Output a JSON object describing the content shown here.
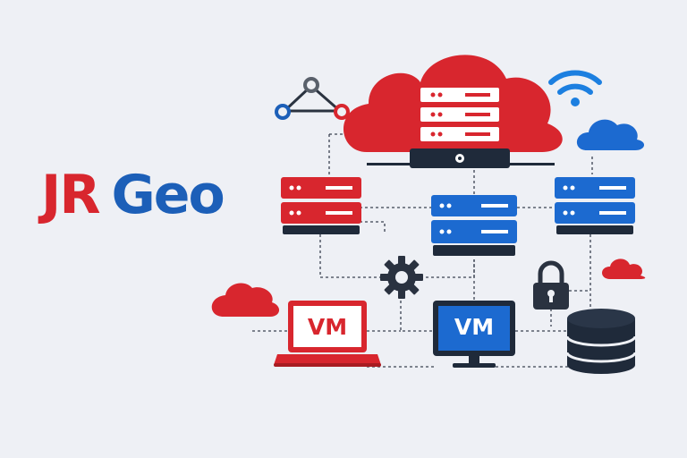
{
  "logo": {
    "part1": "JR",
    "part2": "Geo"
  },
  "devices": {
    "laptop_label": "VM",
    "monitor_label": "VM"
  },
  "colors": {
    "red": "#d8262e",
    "blue": "#1c5fb8",
    "navy": "#1f2a3a",
    "background": "#eef0f5"
  },
  "icons": [
    "network-nodes-icon",
    "cloud-server-icon",
    "wifi-icon",
    "cloud-icon",
    "server-rack-icon",
    "gear-icon",
    "lock-icon",
    "laptop-icon",
    "monitor-icon",
    "database-icon"
  ]
}
